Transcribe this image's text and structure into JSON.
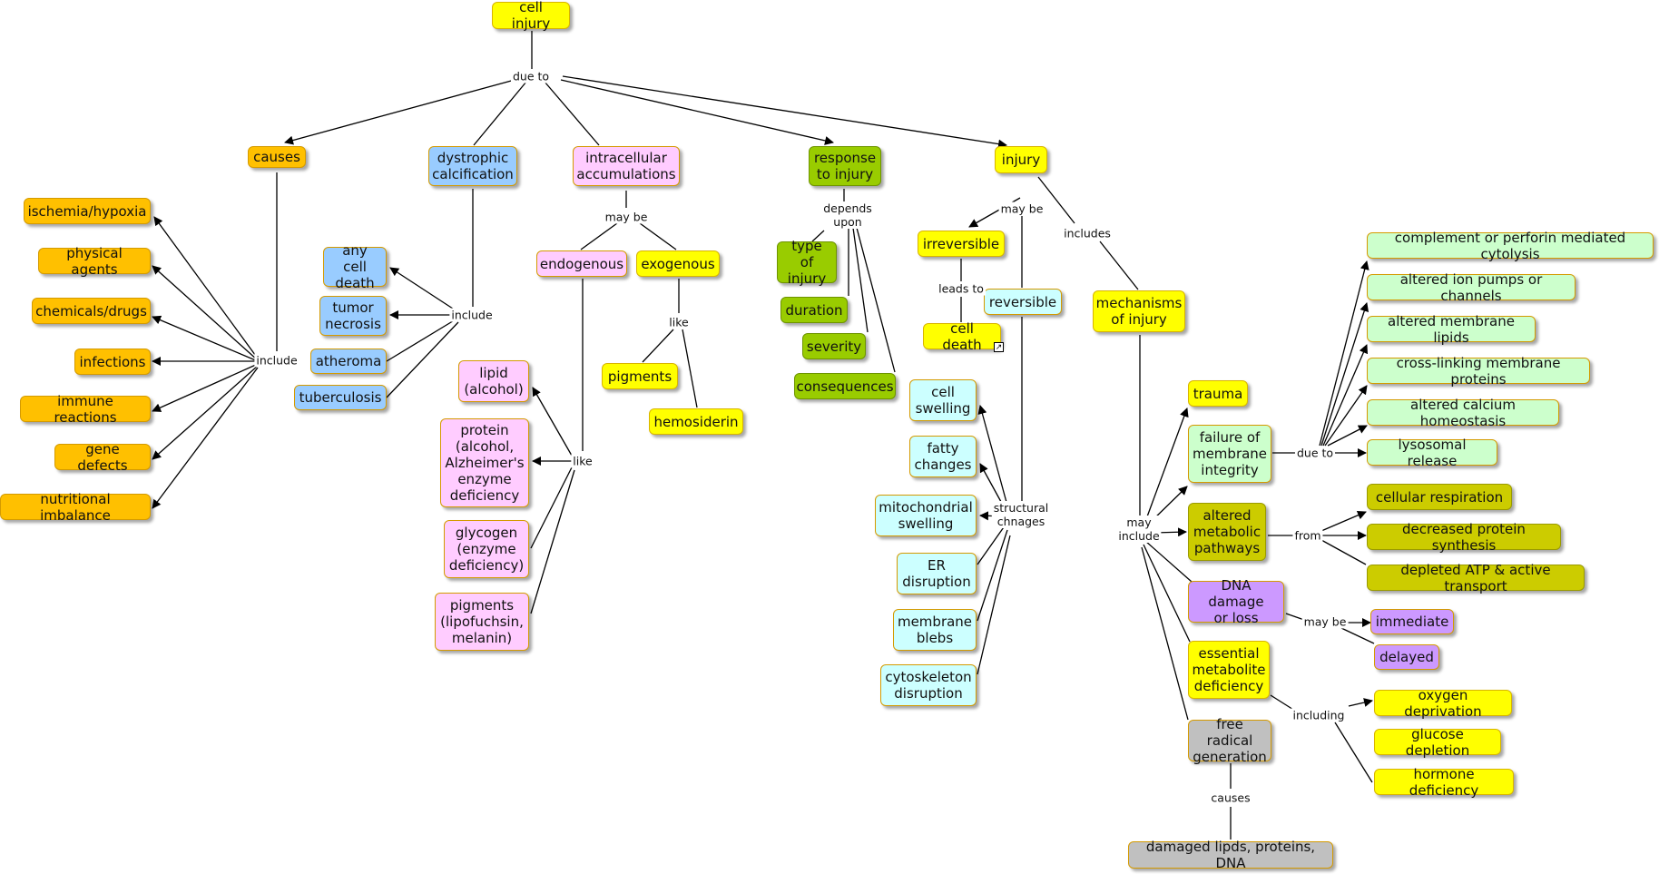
{
  "colors": {
    "yellow": "#ffff00",
    "orange": "#ffc000",
    "blue": "#99ccff",
    "pink": "#ffccff",
    "green": "#99cc00",
    "cyan": "#ccffff",
    "light_green": "#ccffcc",
    "olive": "#cccc00",
    "purple": "#cc99ff",
    "gray": "#c0c0c0"
  },
  "concepts": {
    "cell_injury": "cell injury",
    "causes": "causes",
    "dystrophic_calcification": "dystrophic\ncalcification",
    "intracellular_accumulations": "intracellular\naccumulations",
    "response_to_injury": "response\nto injury",
    "injury": "injury",
    "ischemia_hypoxia": "ischemia/hypoxia",
    "physical_agents": "physical agents",
    "chemicals_drugs": "chemicals/drugs",
    "infections": "infections",
    "immune_reactions": "immune reactions",
    "gene_defects": "gene defects",
    "nutritional_imbalance": "nutritional imbalance",
    "any_cell_death": "any cell\ndeath",
    "tumor_necrosis": "tumor\nnecrosis",
    "atheroma": "atheroma",
    "tuberculosis": "tuberculosis",
    "endogenous": "endogenous",
    "exogenous": "exogenous",
    "pigments": "pigments",
    "hemosiderin": "hemosiderin",
    "lipid_alcohol": "lipid\n(alcohol)",
    "protein": "protein\n(alcohol,\nAlzheimer's\nenzyme\ndeficiency",
    "glycogen": "glycogen\n(enzyme\ndeficiency)",
    "pigments_lipofuchsin": "pigments\n(lipofuchsin,\nmelanin)",
    "type_of_injury": "type of\ninjury",
    "duration": "duration",
    "severity": "severity",
    "consequences": "consequences",
    "irreversible": "irreversible",
    "reversible": "reversible",
    "cell_death": "cell death",
    "cell_swelling": "cell\nswelling",
    "fatty_changes": "fatty\nchanges",
    "mitochondrial_swelling": "mitochondrial\nswelling",
    "er_disruption": "ER\ndisruption",
    "membrane_blebs": "membrane\nblebs",
    "cytoskeleton_disruption": "cytoskeleton\ndisruption",
    "mechanisms_of_injury": "mechanisms\nof injury",
    "trauma": "trauma",
    "failure_membrane_integrity": "failure of\nmembrane\nintegrity",
    "altered_metabolic_pathways": "altered\nmetabolic\npathways",
    "dna_damage": "DNA damage\nor loss",
    "essential_metabolite_deficiency": "essential\nmetabolite\ndeficiency",
    "free_radical_generation": "free radical\ngeneration",
    "damaged_lipids": "damaged lipds, proteins, DNA",
    "complement_perforin": "complement or perforin mediated cytolysis",
    "altered_ion_pumps": "altered ion pumps or channels",
    "altered_membrane_lipids": "altered membrane lipids",
    "cross_linking": "cross-linking membrane proteins",
    "altered_calcium": "altered calcium homeostasis",
    "lysosomal_release": "lysosomal release",
    "cellular_respiration": "cellular respiration",
    "decreased_protein_synthesis": "decreased protein synthesis",
    "depleted_atp": "depleted ATP & active transport",
    "immediate": "immediate",
    "delayed": "delayed",
    "oxygen_deprivation": "oxygen deprivation",
    "glucose_depletion": "glucose depletion",
    "hormone_deficiency": "hormone deficiency"
  },
  "links": {
    "due_to": "due to",
    "include_causes": "include",
    "include_dystrophic": "include",
    "may_be_accum": "may be",
    "like_exogenous": "like",
    "like_endogenous": "like",
    "depends_upon": "depends\nupon",
    "may_be_injury": "may be",
    "includes": "includes",
    "leads_to": "leads to",
    "structural_changes": "structural\nchnages",
    "may_include": "may\ninclude",
    "due_to_membrane": "due to",
    "from": "from",
    "may_be_dna": "may be",
    "including": "including",
    "causes_free_radical": "causes"
  },
  "icons": {
    "cell_death_link": "external-link-icon"
  }
}
